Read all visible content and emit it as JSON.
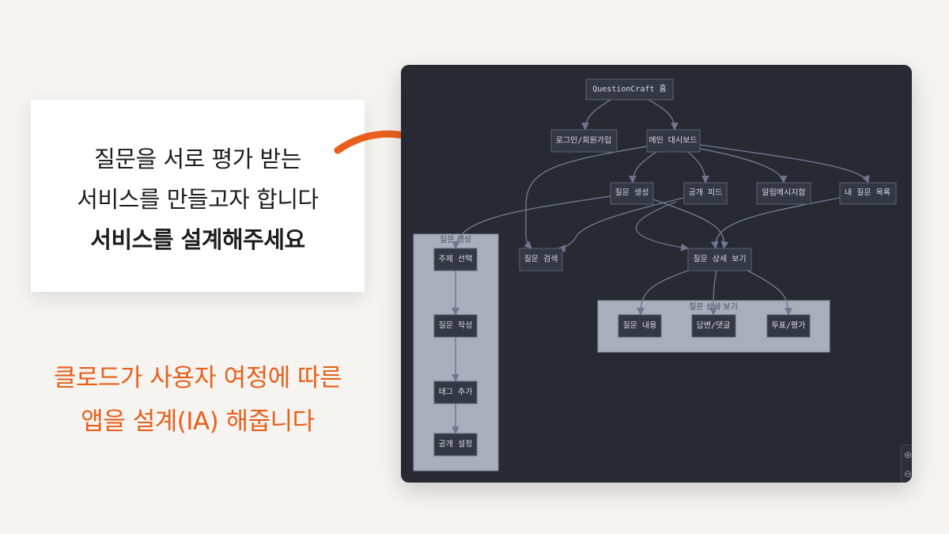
{
  "intro": {
    "line1": "질문을 서로 평가 받는",
    "line2": "서비스를 만들고자 합니다",
    "line3": "서비스를 설계해주세요"
  },
  "caption": {
    "line1": "클로드가 사용자 여정에 따른",
    "line2": "앱을 설계(IA) 해줍니다"
  },
  "accent_color": "#e8601c",
  "diagram": {
    "nodes": {
      "home": "QuestionCraft 홈",
      "login": "로그인/회원가입",
      "dashboard": "메인 대시보드",
      "create": "질문 생성",
      "feed": "공개 피드",
      "notify": "알림메시지함",
      "mylist": "내 질문 목록",
      "search": "질문 검색",
      "detail": "질문 상세 보기",
      "topic": "주제 선택",
      "write": "질문 작성",
      "tag": "태그 추가",
      "public": "공개 설정",
      "content": "질문 내용",
      "answer": "답변/댓글",
      "vote": "투표/평가"
    },
    "groups": {
      "create_group": "질문 생성",
      "detail_group": "질문 상세 보기"
    },
    "zoom_in": "⊕",
    "zoom_out": "⊖"
  }
}
